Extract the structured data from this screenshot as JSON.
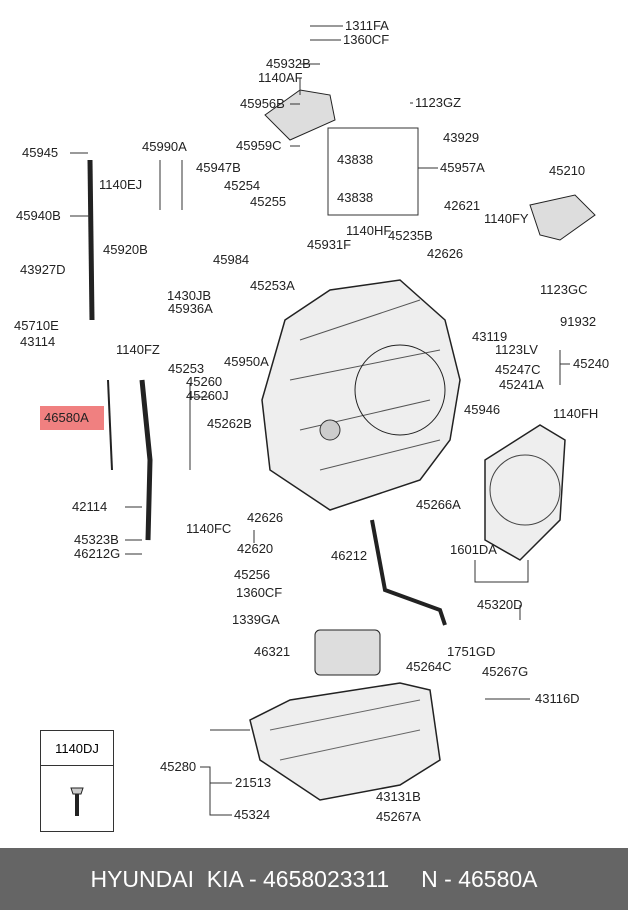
{
  "labels": [
    "1311FA",
    "1360CF",
    "45932B",
    "1140AF",
    "45956B",
    "1123GZ",
    "43929",
    "45959C",
    "45945",
    "45990A",
    "43838",
    "45957A",
    "45947B",
    "45210",
    "1140EJ",
    "45254",
    "43838",
    "42621",
    "45255",
    "45940B",
    "1140HF",
    "45235B",
    "1140FY",
    "45920B",
    "45931F",
    "45984",
    "42626",
    "45253A",
    "43927D",
    "1430JB",
    "1123GC",
    "45936A",
    "91932",
    "45710E",
    "43114",
    "1140FZ",
    "43119",
    "1123LV",
    "45240",
    "45950A",
    "45253",
    "45247C",
    "45241A",
    "45260",
    "45260J",
    "46580A",
    "45262B",
    "45946",
    "1140FH",
    "42114",
    "1140FC",
    "42626",
    "45266A",
    "45323B",
    "46212G",
    "42620",
    "46212",
    "1601DA",
    "45256",
    "1360CF",
    "45320D",
    "1339GA",
    "1751GD",
    "46321",
    "45264C",
    "45267G",
    "43116D",
    "45280",
    "21513",
    "43131B",
    "45324",
    "45267A"
  ],
  "highlighted_part": "46580A",
  "highlight_color": "#f08080",
  "legend_box": {
    "part": "1140DJ"
  },
  "footer": {
    "brand": "HYUNDAI  KIA - 4658023311",
    "sep": "     ",
    "ref": "N - 46580A"
  }
}
